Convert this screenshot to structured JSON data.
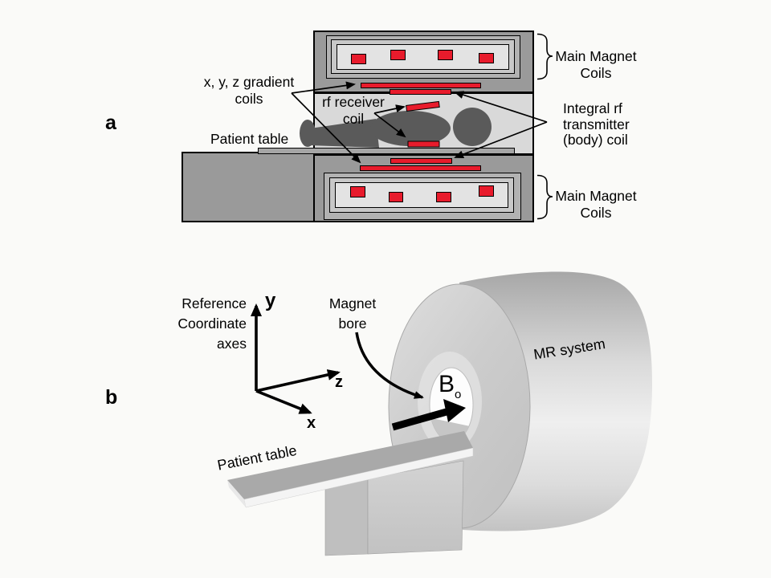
{
  "figure": {
    "description": "MRI system schematic, panels a and b"
  },
  "panel_a": {
    "label": "a",
    "labels": {
      "gradient_coils": {
        "line1": "x, y, z gradient",
        "line2": "coils"
      },
      "rf_receiver": {
        "line1": "rf receiver",
        "line2": "coil"
      },
      "patient_table": "Patient table",
      "main_magnet_top": {
        "line1": "Main Magnet",
        "line2": "Coils"
      },
      "transmitter": {
        "line1": "Integral rf",
        "line2": "transmitter",
        "line3": "(body) coil"
      },
      "main_magnet_bottom": {
        "line1": "Main Magnet",
        "line2": "Coils"
      }
    }
  },
  "panel_b": {
    "label": "b",
    "labels": {
      "reference_axes": {
        "line1": "Reference",
        "line2": "Coordinate",
        "line3": "axes"
      },
      "axis_y": "y",
      "axis_z": "z",
      "axis_x": "x",
      "magnet_bore": {
        "line1": "Magnet",
        "line2": "bore"
      },
      "b0": {
        "base": "B",
        "sub": "o"
      },
      "mr_system": "MR system",
      "patient_table": "Patient table"
    }
  },
  "colors": {
    "coil_red": "#e81b2c",
    "magnet_gray": "#9a9a9a",
    "bore_gray": "#d9d9d9",
    "frame_gray_outer": "#b2b2b2",
    "frame_gray_mid": "#c8c8c8",
    "frame_gray_inner": "#e3e3e3",
    "patient_gray": "#5a5a5a",
    "table_gray": "#a6a6a6",
    "background": "#fafaf8",
    "line_black": "#000000"
  }
}
